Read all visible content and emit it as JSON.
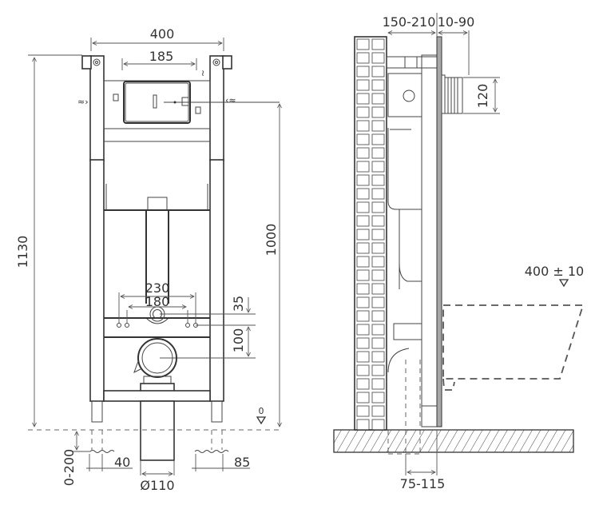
{
  "diagram": {
    "type": "installation-drawing",
    "front_view": {
      "overall_width": "400",
      "flush_plate_width": "185",
      "total_height": "1130",
      "flush_plate_height": "1000",
      "bolt_spacing_outer": "230",
      "bolt_spacing_inner": "180",
      "inlet_offset": "35",
      "drain_offset": "100",
      "leg_extension": "0-200",
      "foot_left": "40",
      "foot_right": "85",
      "drain_diameter": "Ø110",
      "floor_level": "0"
    },
    "side_view": {
      "frame_depth": "150-210",
      "wall_offset": "10-90",
      "plate_height": "120",
      "seat_height": "400 ± 10",
      "drain_offset": "75-115"
    },
    "colors": {
      "line": "#333333",
      "panel": "#a8a8a8",
      "background": "#ffffff"
    }
  }
}
